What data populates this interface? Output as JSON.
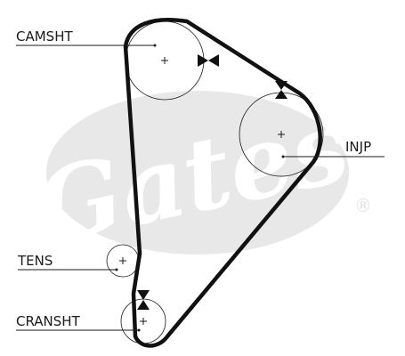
{
  "diagram": {
    "labels": {
      "camshaft": "CAMSHT",
      "injection_pump": "INJP",
      "tensioner": "TENS",
      "crankshaft": "CRANSHT"
    },
    "watermark": {
      "brand": "Gates",
      "registered_mark": "®"
    },
    "colors": {
      "belt": "#111111",
      "watermark": "#e8e8e8",
      "ink": "#1a1a1a"
    }
  }
}
